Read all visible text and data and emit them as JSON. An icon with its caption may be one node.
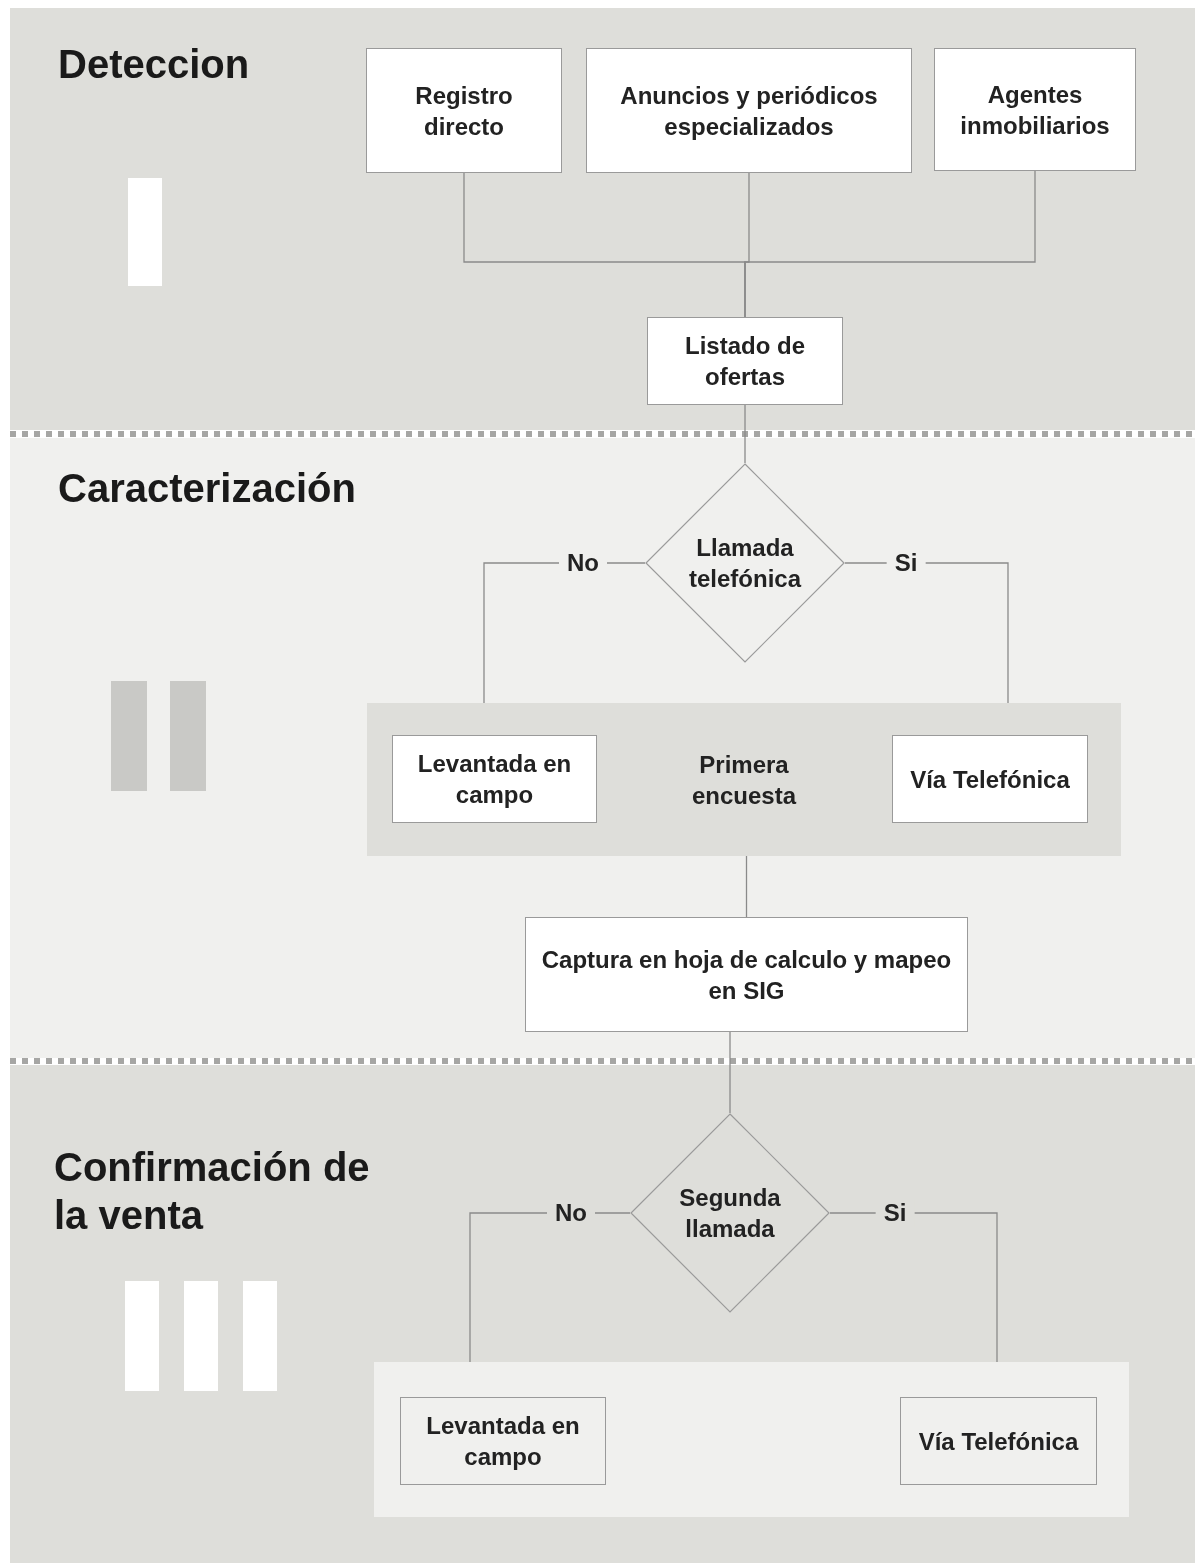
{
  "diagram": {
    "nodes": [
      {
        "text": [
          "Deteccion"
        ]
      },
      {
        "text": [
          "Registro directo"
        ],
        "in": 0
      },
      {
        "text": [
          "Anuncios y periódicos especializados"
        ],
        "in": 0
      },
      {
        "text": [
          "Agentes inmobiliarios"
        ],
        "in": 0
      },
      {
        "text": [
          "Listado de ofertas"
        ],
        "in": 0
      },
      {
        "text": [
          "Caracterización"
        ]
      },
      {
        "text": [
          "Llamada telefónica"
        ],
        "in": 5
      },
      {
        "text": [
          "Primera encuesta"
        ],
        "in": 5
      },
      {
        "text": [
          "Levantada en campo"
        ],
        "in": 7
      },
      {
        "text": [
          "Vía Telefónica"
        ],
        "in": 7
      },
      {
        "text": [
          "Captura en hoja de calculo y mapeo en SIG"
        ],
        "in": 5
      },
      {
        "text": [
          "Confirmación de la venta"
        ]
      },
      {
        "text": [
          "Segunda llamada"
        ],
        "in": 11
      },
      {
        "text": [],
        "shape": "box",
        "in": 11
      },
      {
        "text": [
          "Levantada en campo"
        ],
        "in": 13
      },
      {
        "text": [
          "Vía Telefónica"
        ],
        "in": 13
      }
    ],
    "edges": [
      {
        "from": 1,
        "to": 4,
        "arrow": "none"
      },
      {
        "from": 2,
        "to": 4,
        "arrow": "none"
      },
      {
        "from": 3,
        "to": 4,
        "arrow": "none"
      },
      {
        "from": 4,
        "to": 6,
        "arrow": "none"
      },
      {
        "from": 6,
        "to": 7,
        "arrow": "none",
        "label": "No"
      },
      {
        "from": 6,
        "to": 7,
        "arrow": "none",
        "label": "Si"
      },
      {
        "from": 7,
        "to": 10,
        "arrow": "none"
      },
      {
        "from": 10,
        "to": 12,
        "arrow": "none"
      },
      {
        "from": 12,
        "to": 13,
        "arrow": "none",
        "label": "No"
      },
      {
        "from": 12,
        "to": 13,
        "arrow": "none",
        "label": "Si"
      }
    ]
  }
}
